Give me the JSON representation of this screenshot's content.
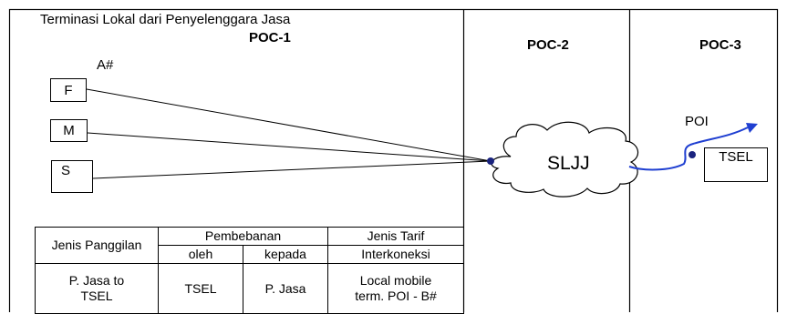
{
  "header": {
    "title": "Terminasi  Lokal dari Penyelenggara Jasa",
    "poc1": "POC-1",
    "poc2": "POC-2",
    "poc3": "POC-3"
  },
  "labels": {
    "a_number": "A#",
    "poi": "POI",
    "cloud": "SLJJ"
  },
  "terminals": [
    "F",
    "M",
    "S"
  ],
  "destination": "TSEL",
  "table": {
    "col_jenis_panggilan": "Jenis Panggilan",
    "col_pembebanan": "Pembebanan",
    "col_oleh": "oleh",
    "col_kepada": "kepada",
    "col_jenis_tarif_1": "Jenis Tarif",
    "col_jenis_tarif_2": "Interkoneksi",
    "row": {
      "panggilan_1": "P. Jasa to",
      "panggilan_2": "TSEL",
      "oleh": "TSEL",
      "kepada": "P. Jasa",
      "tarif_1": "Local mobile",
      "tarif_2": "term. POI - B#"
    }
  },
  "colors": {
    "line": "#000000",
    "route": "#1f3fd1",
    "dot": "#1a237e"
  }
}
